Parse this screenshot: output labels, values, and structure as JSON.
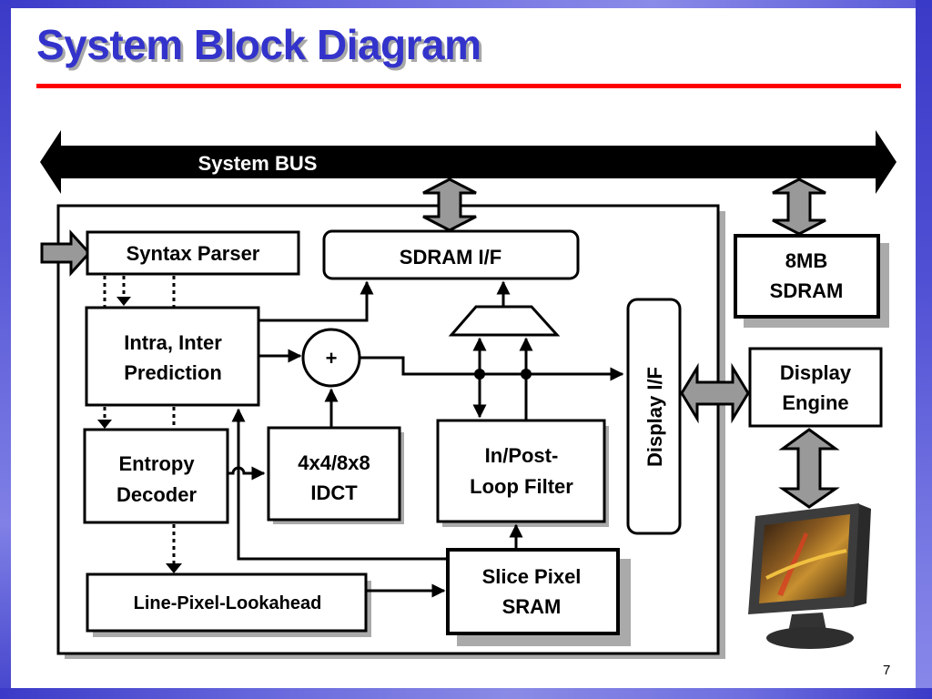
{
  "slide": {
    "title": "System Block Diagram",
    "page_number": "7",
    "colors": {
      "title": "#3333cc",
      "title_rule": "#ff0000",
      "frame": "#4040cc",
      "bus": "#000000",
      "connector_fill": "#999999",
      "shadow": "#aaaaaa"
    }
  },
  "diagram": {
    "bus_label": "System BUS",
    "blocks": {
      "syntax_parser": "Syntax Parser",
      "sdram_if": "SDRAM I/F",
      "sdram_8mb": [
        "8MB",
        "SDRAM"
      ],
      "intra_inter": [
        "Intra, Inter",
        "Prediction"
      ],
      "adder": "+",
      "display_if": "Display I/F",
      "display_engine": [
        "Display",
        "Engine"
      ],
      "entropy_decoder": [
        "Entropy",
        "Decoder"
      ],
      "idct": [
        "4x4/8x8",
        "IDCT"
      ],
      "loop_filter": [
        "In/Post-",
        "Loop Filter"
      ],
      "slice_sram": [
        "Slice Pixel",
        "SRAM"
      ],
      "line_lookahead": "Line-Pixel-Lookahead"
    },
    "icons": {
      "monitor": "lcd-monitor-icon"
    }
  }
}
